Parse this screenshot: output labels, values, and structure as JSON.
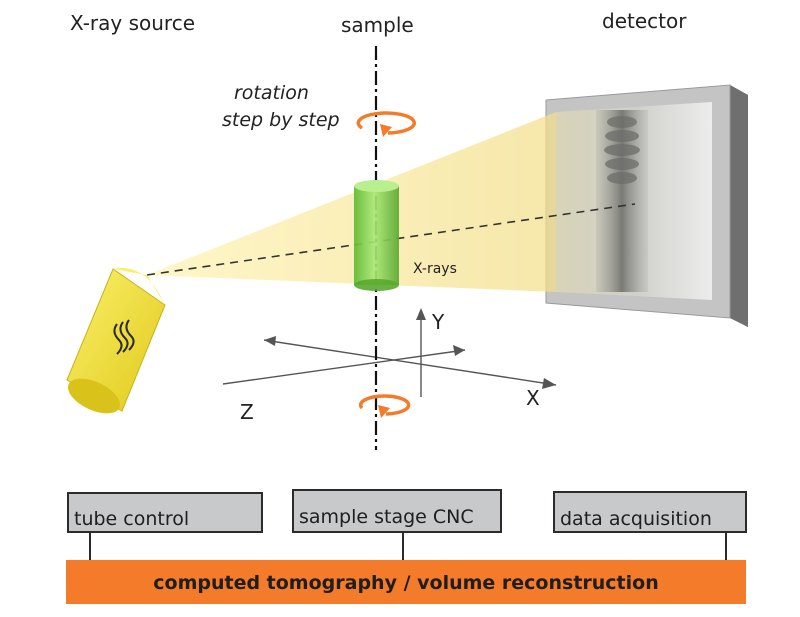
{
  "labels": {
    "source": "X-ray source",
    "sample": "sample",
    "detector": "detector",
    "rotation_line1": "rotation",
    "rotation_line2": "step by step",
    "xrays": "X-rays",
    "axis_y": "Y",
    "axis_x": "X",
    "axis_z": "Z"
  },
  "controls": {
    "tube": "tube control",
    "stage": "sample stage CNC",
    "acquisition": "data acquisition"
  },
  "bottom_bar": "computed tomography / volume reconstruction",
  "colors": {
    "orange": "#f47b2a",
    "beam": "#f6e7a0",
    "source": "#f2e23a",
    "sample": "#7ed04a",
    "detector_frame": "#bdbdbd",
    "box": "#c8c9ca"
  }
}
